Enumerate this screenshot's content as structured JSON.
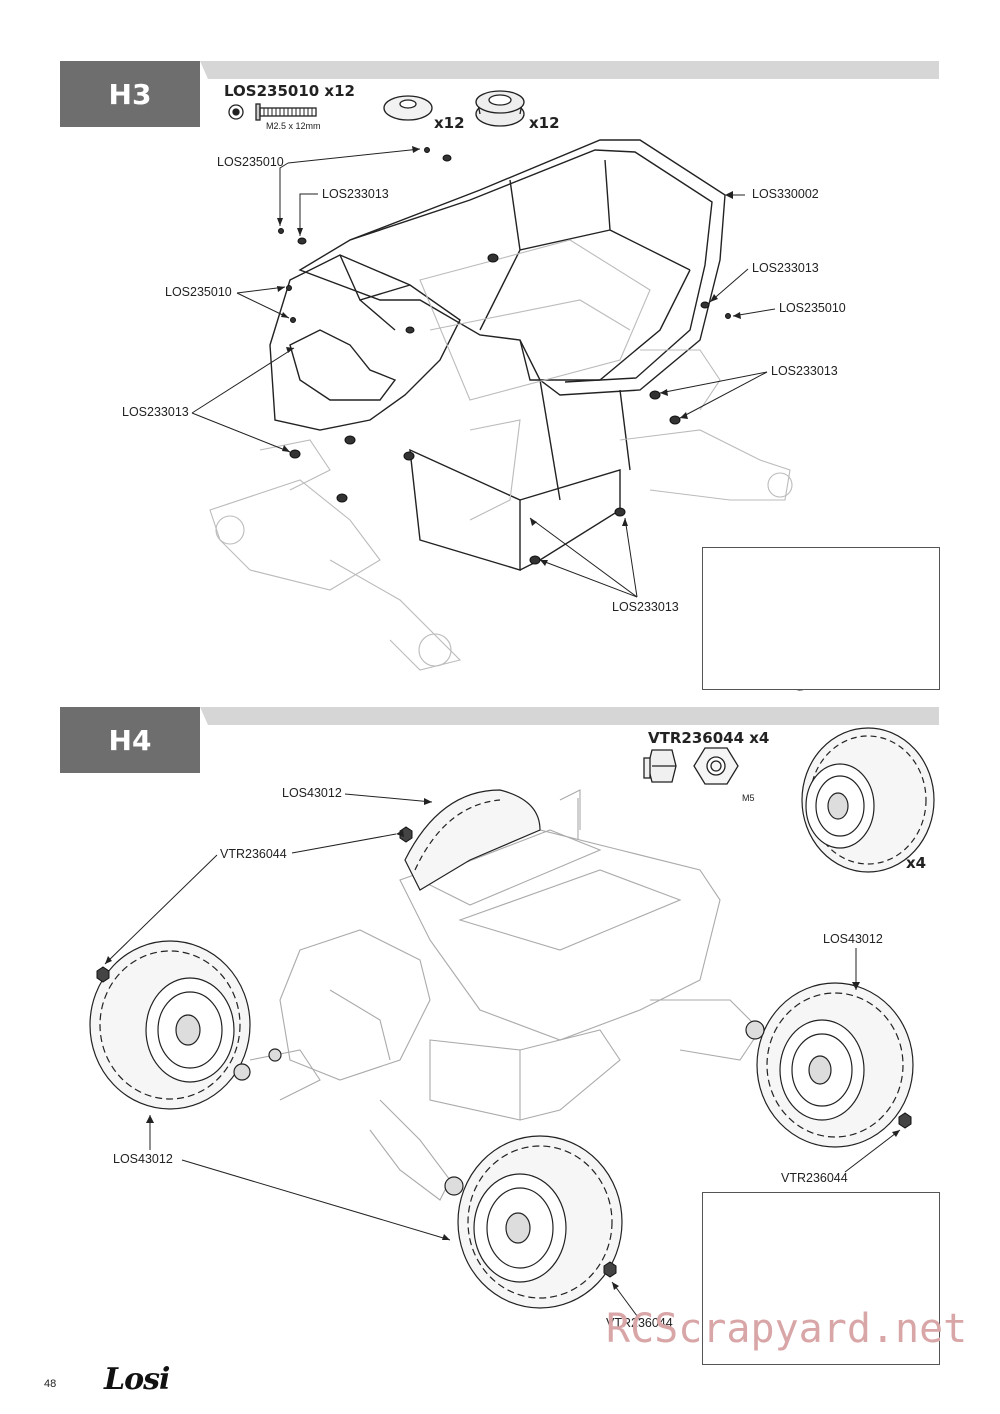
{
  "h3": {
    "step_label": "H3",
    "part_header": "LOS235010 x12",
    "screw_spec": "M2.5 x 12mm",
    "qty_a": "x12",
    "qty_b": "x12",
    "callouts": {
      "top_screw": "LOS235010",
      "top_washer": "LOS233013",
      "cage": "LOS330002",
      "right_washer": "LOS233013",
      "right_screw": "LOS235010",
      "left_screw": "LOS235010",
      "right_mid_washer": "LOS233013",
      "left_washer": "LOS233013",
      "bottom_washer": "LOS233013"
    }
  },
  "h4": {
    "step_label": "H4",
    "part_header": "VTR236044 x4",
    "nut_spec": "M5",
    "wheel_qty": "x4",
    "callouts": {
      "top_wheel": "LOS43012",
      "top_nut": "VTR236044",
      "right_wheel": "LOS43012",
      "left_wheel": "LOS43012",
      "right_nut": "VTR236044",
      "bottom_nut": "VTR236044"
    }
  },
  "footer": {
    "page_number": "48",
    "brand_logo": "Losi",
    "watermark": "RCScrapyard.net"
  }
}
